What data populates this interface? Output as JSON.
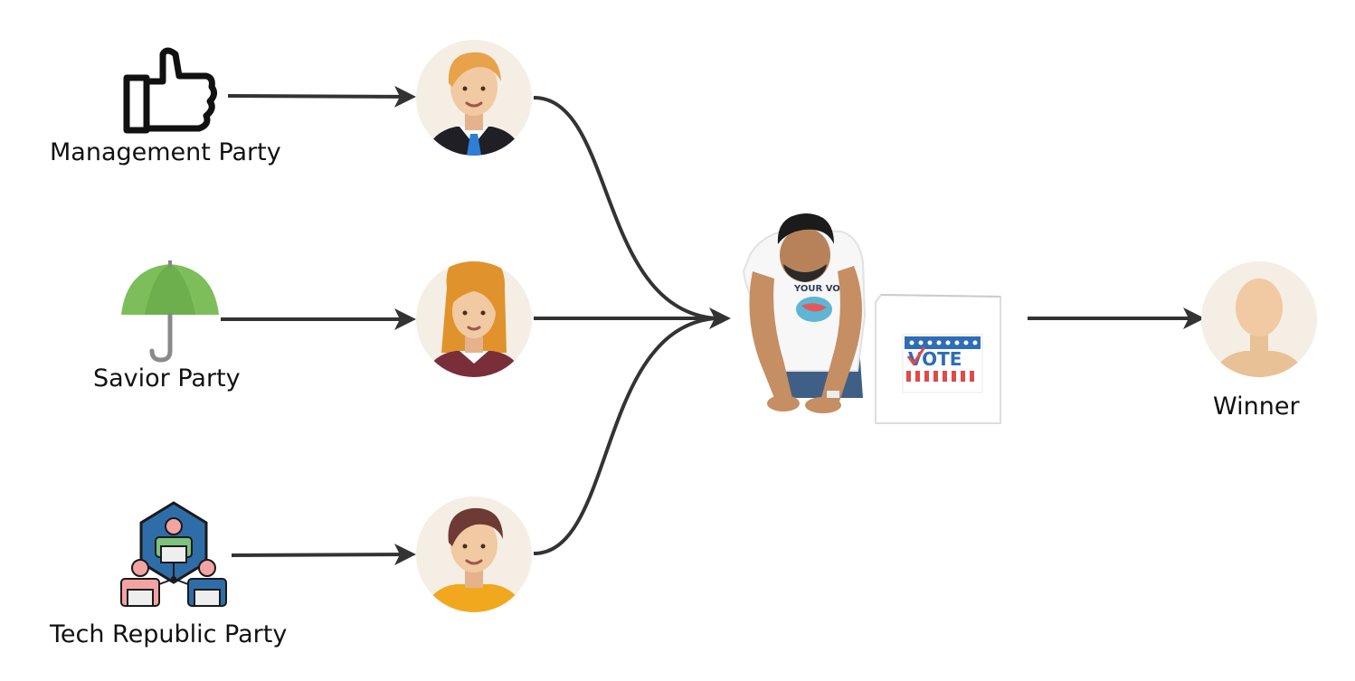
{
  "parties": [
    {
      "label": "Management Party",
      "icon": "thumbs-up-icon"
    },
    {
      "label": "Savior Party",
      "icon": "umbrella-icon"
    },
    {
      "label": "Tech Republic Party",
      "icon": "team-network-icon"
    }
  ],
  "candidates": [
    {
      "icon": "male-candidate-suit-avatar-icon"
    },
    {
      "icon": "female-candidate-avatar-icon"
    },
    {
      "icon": "male-candidate-avatar-icon"
    }
  ],
  "voter": {
    "icon": "person-voting-icon"
  },
  "ballot_box": {
    "text": "VOTE"
  },
  "winner": {
    "label": "Winner",
    "icon": "winner-avatar-icon"
  },
  "colors": {
    "arrow": "#333333",
    "umbrella_green": "#7DBE5A",
    "tech_blue": "#2F6DA8",
    "avatar_bg": "#F4EEE4",
    "skin": "#F1C9A2",
    "vote_blue": "#2F6DB5",
    "vote_red": "#E04A4A"
  }
}
